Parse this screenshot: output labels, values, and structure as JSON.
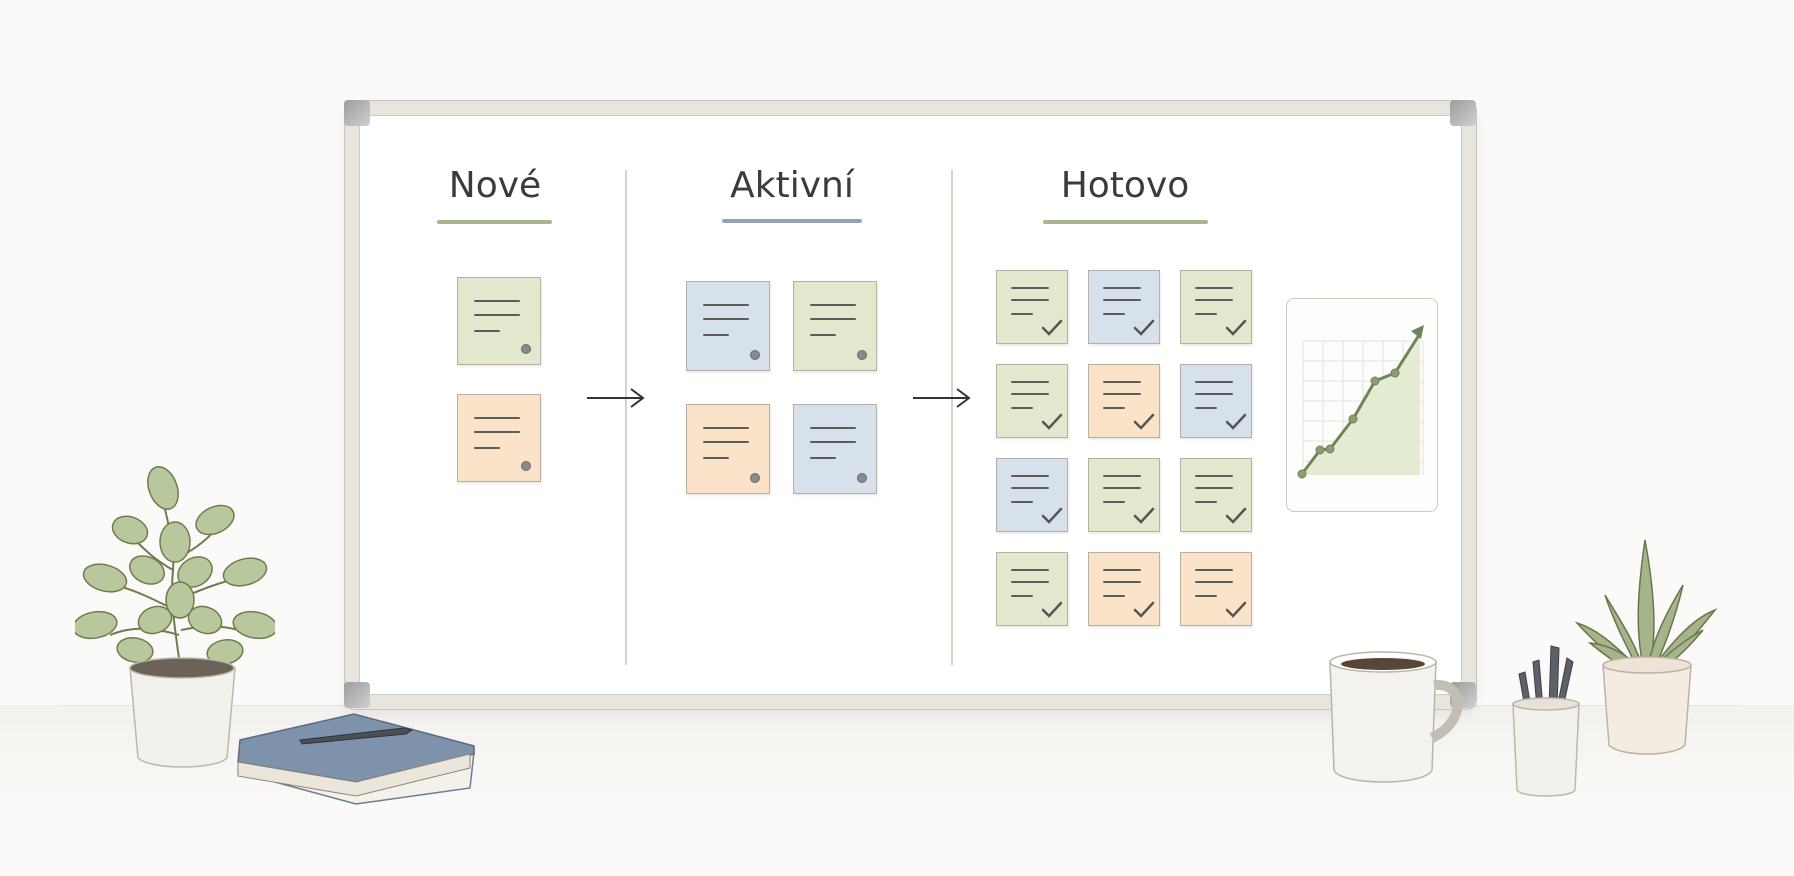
{
  "board": {
    "columns": [
      {
        "title": "Nové",
        "underline_color": "#a9b58c"
      },
      {
        "title": "Aktivní",
        "underline_color": "#8fa3bd"
      },
      {
        "title": "Hotovo",
        "underline_color": "#a9b58c"
      }
    ]
  },
  "colors": {
    "green_note": "#e1e8cd",
    "blue_note": "#d6e1ec",
    "orange_note": "#fbe3ca",
    "chart_line": "#6f8457",
    "chart_fill": "#e3ebd3"
  },
  "icons": [
    "arrow-right-icon",
    "checkmark-icon",
    "trend-chart-icon",
    "plant-icon",
    "notebook-icon",
    "pen-icon",
    "coffee-mug-icon",
    "pencil-cup-icon"
  ]
}
